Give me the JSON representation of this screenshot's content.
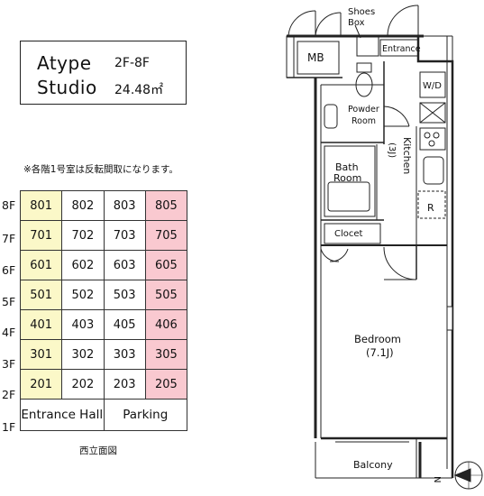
{
  "type_box": {
    "type_name": "Atype",
    "floors": "2F-8F",
    "layout": "Studio",
    "area": "24.48㎡"
  },
  "note": "※各階1号室は反転間取になります。",
  "elevation": {
    "floor_labels": [
      "8F",
      "7F",
      "6F",
      "5F",
      "4F",
      "3F",
      "2F",
      "1F"
    ],
    "rows": [
      [
        "801",
        "802",
        "803",
        "805"
      ],
      [
        "701",
        "702",
        "703",
        "705"
      ],
      [
        "601",
        "602",
        "603",
        "605"
      ],
      [
        "501",
        "502",
        "503",
        "505"
      ],
      [
        "401",
        "403",
        "405",
        "406"
      ],
      [
        "301",
        "302",
        "303",
        "305"
      ],
      [
        "201",
        "202",
        "203",
        "205"
      ]
    ],
    "ground": {
      "entrance_hall": "Entrance Hall",
      "parking": "Parking"
    },
    "caption": "西立面図",
    "colors": {
      "first_column": "#fbf8c8",
      "last_column": "#f9c9d0"
    }
  },
  "plan": {
    "mb": "MB",
    "shoes_box": [
      "Shoes",
      "Box"
    ],
    "entrance": "Entrance",
    "wd": "W/D",
    "powder_room": [
      "Powder",
      "Room"
    ],
    "kitchen": "Kitchen",
    "kitchen_size": "(3J)",
    "bath_room": [
      "Bath",
      "Room"
    ],
    "refrigerator": "R",
    "closet": "Clocet",
    "bedroom": "Bedroom",
    "bedroom_size": "(7.1J)",
    "balcony": "Balcony",
    "compass": "N"
  }
}
